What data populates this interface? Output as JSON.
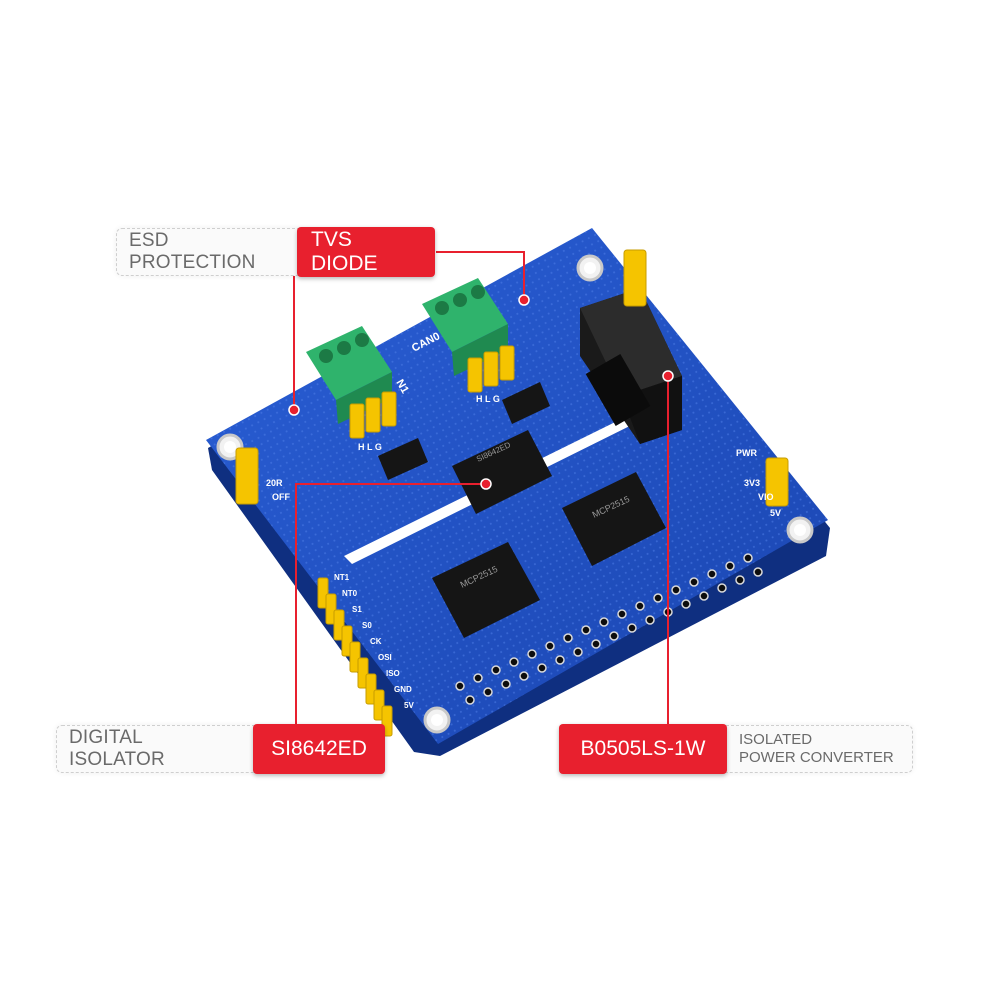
{
  "callouts": {
    "esd": {
      "category": "ESD PROTECTION",
      "part": "TVS DIODE"
    },
    "isolator": {
      "category": "DIGITAL ISOLATOR",
      "part": "SI8642ED"
    },
    "power": {
      "part": "B0505LS-1W",
      "category_line1": "ISOLATED",
      "category_line2": "POWER CONVERTER"
    }
  },
  "board": {
    "silkscreen": {
      "can0": "CAN0",
      "can1": "N1",
      "hlg_a": "H L G",
      "hlg_b": "H L G",
      "pwr": "PWR",
      "v3v3": "3V3",
      "vio": "VIO",
      "v5": "5V",
      "r120": "20R",
      "off": "OFF",
      "pins": [
        "NT1",
        "NT0",
        "S1",
        "S0",
        "CK",
        "OSI",
        "ISO",
        "GND",
        "5V"
      ]
    },
    "chips": {
      "isolator_marking": "SI8642ED",
      "mcp_a": "MCP2515",
      "mcp_b": "MCP2515"
    }
  },
  "colors": {
    "pcb": "#1f4fc4",
    "pcb_dark": "#123a9a",
    "terminal": "#2fb36c",
    "jumper": "#f5c400",
    "accent": "#e8202e"
  }
}
